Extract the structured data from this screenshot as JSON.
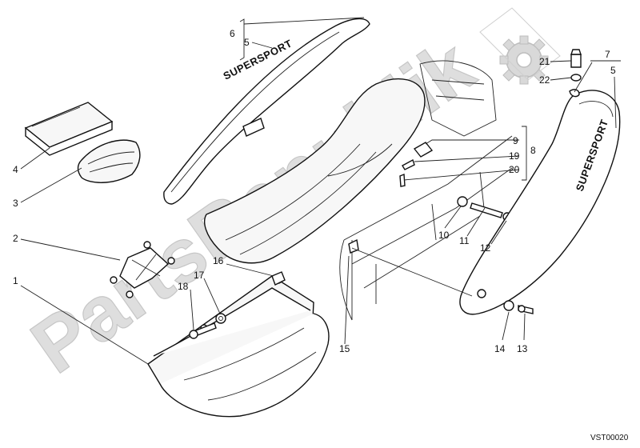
{
  "watermark": {
    "text": "PartsRepublik"
  },
  "decals": {
    "side_panel_left": "SUPERSPORT",
    "side_panel_right": "SUPERSPORT"
  },
  "drawing_code": "VST00020",
  "callouts": {
    "c1": "1",
    "c2": "2",
    "c3": "3",
    "c4": "4",
    "c5a": "5",
    "c5b": "5",
    "c6": "6",
    "c7": "7",
    "c8": "8",
    "c9": "9",
    "c10": "10",
    "c11": "11",
    "c12": "12",
    "c13": "13",
    "c14": "14",
    "c15": "15",
    "c16": "16",
    "c17": "17",
    "c18": "18",
    "c19": "19",
    "c20": "20",
    "c21": "21",
    "c22": "22"
  },
  "colors": {
    "line": "#111111",
    "watermark": "#d9d9d9"
  }
}
